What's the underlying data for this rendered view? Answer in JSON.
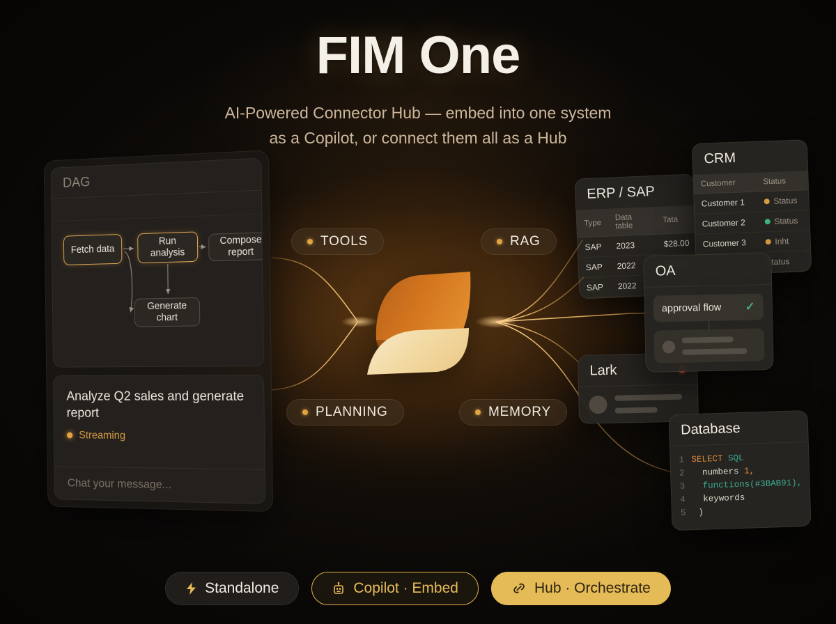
{
  "header": {
    "title": "FIM One",
    "subtitle_line1": "AI-Powered Connector Hub — embed into one system",
    "subtitle_line2": "as a Copilot, or connect them all as a Hub"
  },
  "capabilities": [
    {
      "id": "tools",
      "label": "TOOLS",
      "dot_color": "#e0a444"
    },
    {
      "id": "rag",
      "label": "RAG",
      "dot_color": "#e0a444"
    },
    {
      "id": "planning",
      "label": "PLANNING",
      "dot_color": "#e0a444"
    },
    {
      "id": "memory",
      "label": "MEMORY",
      "dot_color": "#e0a444"
    }
  ],
  "dag_panel": {
    "title": "DAG",
    "nodes": [
      {
        "id": "fetch",
        "label": "Fetch data",
        "highlighted": true
      },
      {
        "id": "run",
        "label": "Run analysis",
        "highlighted": true
      },
      {
        "id": "compose",
        "label": "Compose report",
        "highlighted": false
      },
      {
        "id": "chart",
        "label": "Generate chart",
        "highlighted": false
      }
    ],
    "highlight_color": "#e0a855"
  },
  "chat_panel": {
    "message": "Analyze Q2 sales and generate report",
    "status_label": "Streaming",
    "status_color": "#e8a33f",
    "input_placeholder": "Chat your message..."
  },
  "connectors": {
    "erp": {
      "title": "ERP / SAP",
      "columns": [
        "Type",
        "Data table",
        "Tata"
      ],
      "rows": [
        [
          "SAP",
          "2023",
          "$28.00"
        ],
        [
          "SAP",
          "2022",
          "$30.00"
        ],
        [
          "SAP",
          "2022",
          ""
        ]
      ]
    },
    "crm": {
      "title": "CRM",
      "columns": [
        "Customer",
        "Status"
      ],
      "rows": [
        {
          "customer": "Customer 1",
          "status": "Status",
          "dot": "#d79b42"
        },
        {
          "customer": "Customer 2",
          "status": "Status",
          "dot": "#3cb37a"
        },
        {
          "customer": "Customer 3",
          "status": "Inht",
          "dot": "#d79b42"
        },
        {
          "customer": "",
          "status": "Status",
          "dot": ""
        }
      ]
    },
    "oa": {
      "title": "OA",
      "task_label": "approval flow",
      "check_glyph": "✓",
      "check_color": "#49a978"
    },
    "lark": {
      "title": "Lark",
      "badge_color": "#e9564f"
    },
    "database": {
      "title": "Database",
      "lines": [
        {
          "n": "1",
          "tokens": [
            {
              "t": "SELECT",
              "c": "sel"
            },
            {
              "t": " ",
              "c": "wht"
            },
            {
              "t": "SQL",
              "c": "grn"
            }
          ]
        },
        {
          "n": "2",
          "tokens": [
            {
              "t": "  numbers ",
              "c": "wht"
            },
            {
              "t": "1,",
              "c": "num"
            }
          ]
        },
        {
          "n": "3",
          "tokens": [
            {
              "t": "  functions(",
              "c": "grn"
            },
            {
              "t": "#3BAB91),",
              "c": "grn"
            }
          ]
        },
        {
          "n": "4",
          "tokens": [
            {
              "t": "  keywords",
              "c": "wht"
            }
          ]
        },
        {
          "n": "5",
          "tokens": [
            {
              "t": " )",
              "c": "wht"
            }
          ]
        }
      ]
    }
  },
  "modes": [
    {
      "id": "standalone",
      "label": "Standalone",
      "icon": "lightning-icon",
      "style": "ghost"
    },
    {
      "id": "copilot",
      "label": "Copilot · Embed",
      "icon": "robot-icon",
      "style": "outline"
    },
    {
      "id": "hub",
      "label": "Hub · Orchestrate",
      "icon": "link-icon",
      "style": "solid"
    }
  ],
  "theme": {
    "background": "#0c0a08",
    "accent_gold": "#e5bb57",
    "accent_orange": "#d9742a",
    "logo_top": "#d2741f",
    "logo_bottom": "#f0d9a6"
  }
}
